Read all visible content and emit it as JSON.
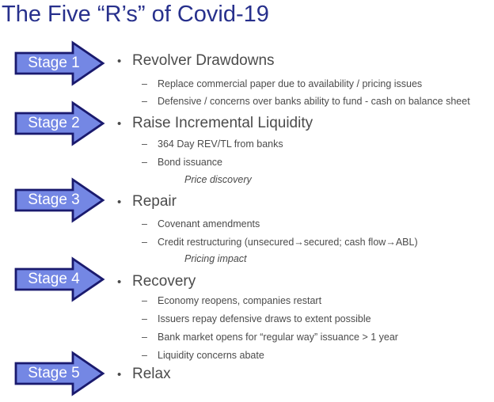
{
  "title": "The Five “R’s” of Covid-19",
  "colors": {
    "title": "#27308C",
    "arrow_fill": "#7487E4",
    "arrow_border": "#1A1A6E",
    "stage_label": "#FFFFFF",
    "body_text": "#4B4B4B"
  },
  "markers": {
    "bullet": "•",
    "dash": "–"
  },
  "stages": [
    {
      "label": "Stage 1",
      "heading": "Revolver Drawdowns",
      "bullets": [
        "Replace commercial paper due to availability / pricing issues",
        "Defensive / concerns over banks ability to fund - cash on balance sheet"
      ]
    },
    {
      "label": "Stage 2",
      "heading": "Raise Incremental Liquidity",
      "bullets": [
        "364 Day REV/TL from banks",
        "Bond issuance"
      ],
      "note": "Price discovery"
    },
    {
      "label": "Stage 3",
      "heading": "Repair",
      "bullets": [
        "Covenant amendments",
        "Credit restructuring (unsecured→secured; cash flow→ABL)"
      ],
      "note": "Pricing impact"
    },
    {
      "label": "Stage 4",
      "heading": "Recovery",
      "bullets": [
        "Economy reopens, companies restart",
        "Issuers repay defensive draws to extent possible",
        "Bank market opens for “regular way” issuance > 1 year",
        "Liquidity concerns abate"
      ]
    },
    {
      "label": "Stage 5",
      "heading": "Relax",
      "bullets": []
    }
  ]
}
